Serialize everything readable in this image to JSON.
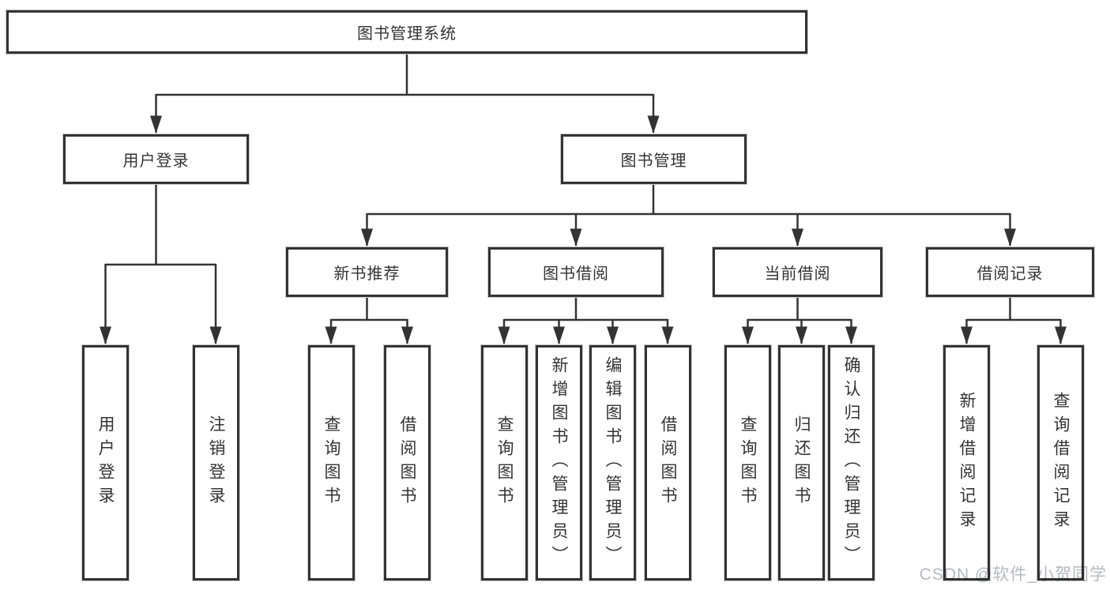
{
  "diagram_type": "functional-structure-tree",
  "tree": {
    "root": {
      "label": "图书管理系统",
      "children": [
        {
          "label": "用户登录",
          "children": [
            {
              "label": "用户登录"
            },
            {
              "label": "注销登录"
            }
          ]
        },
        {
          "label": "图书管理",
          "children": [
            {
              "label": "新书推荐",
              "children": [
                {
                  "label": "查询图书"
                },
                {
                  "label": "借阅图书"
                }
              ]
            },
            {
              "label": "图书借阅",
              "children": [
                {
                  "label": "查询图书"
                },
                {
                  "label": "新增图书（管理员）"
                },
                {
                  "label": "编辑图书（管理员）"
                },
                {
                  "label": "借阅图书"
                }
              ]
            },
            {
              "label": "当前借阅",
              "children": [
                {
                  "label": "查询图书"
                },
                {
                  "label": "归还图书"
                },
                {
                  "label": "确认归还（管理员）"
                }
              ]
            },
            {
              "label": "借阅记录",
              "children": [
                {
                  "label": "新增借阅记录"
                },
                {
                  "label": "查询借阅记录"
                }
              ]
            }
          ]
        }
      ]
    }
  },
  "watermark": {
    "text": "CSDN @软件_小贺同学"
  },
  "colors": {
    "line": "#333333",
    "border": "#333333",
    "text": "#333333",
    "background": "#ffffff",
    "watermark": "#b4b8bf"
  }
}
